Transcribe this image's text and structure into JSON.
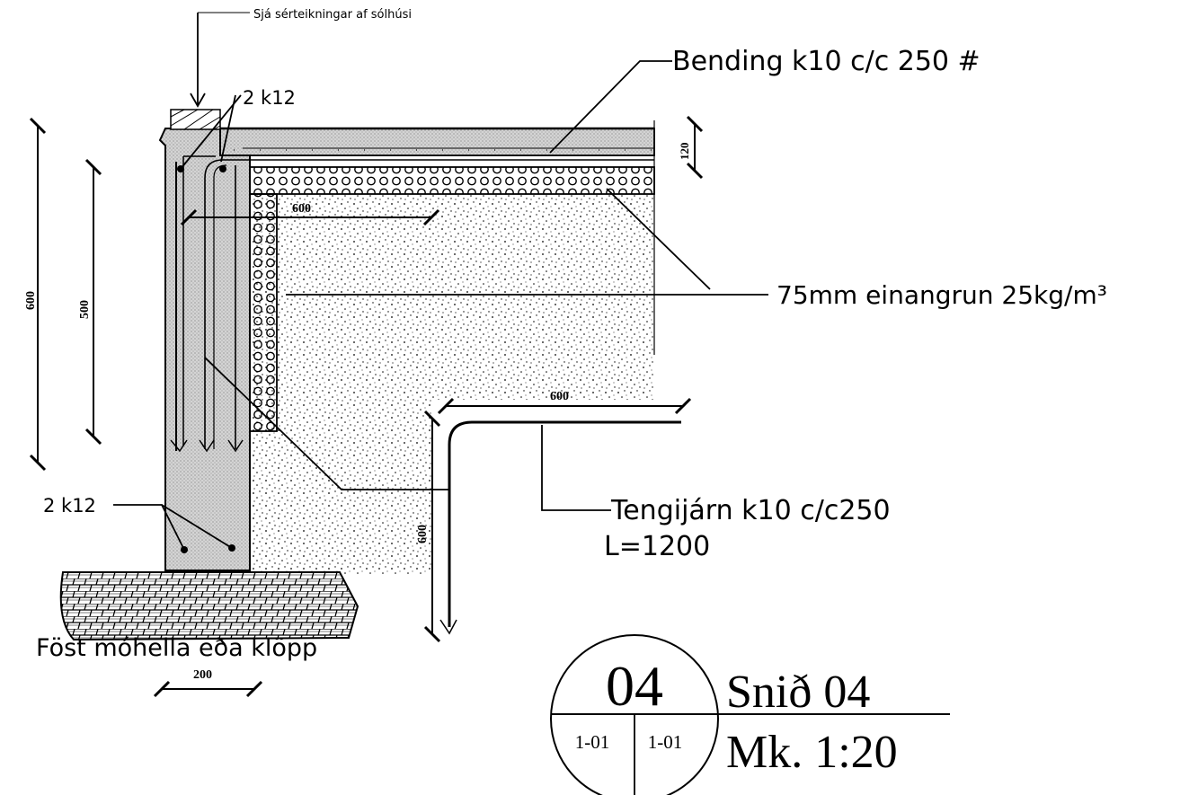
{
  "labels": {
    "sun_house_note": "Sjá sérteikningar af sólhúsi",
    "top_bars": "2 k12",
    "slab_reinforcement": "Bending k10 c/c 250 #",
    "insulation": "75mm einangrun 25kg/m³",
    "bottom_bars": "2 k12",
    "dowel_bars": "Tengijárn k10 c/c250",
    "dowel_length": "L=1200",
    "foundation_ground": "Föst móhella eða klöpp"
  },
  "dimensions": {
    "wall_height": "600",
    "bar_depth": "500",
    "top_bar_length": "600",
    "slab_thickness": "120",
    "dowel_horizontal": "600",
    "dowel_vertical": "600",
    "wall_width": "200"
  },
  "title_block": {
    "section_number": "04",
    "sheet_left": "1-01",
    "sheet_right": "1-01",
    "title": "Snið 04",
    "scale": "Mk. 1:20"
  }
}
